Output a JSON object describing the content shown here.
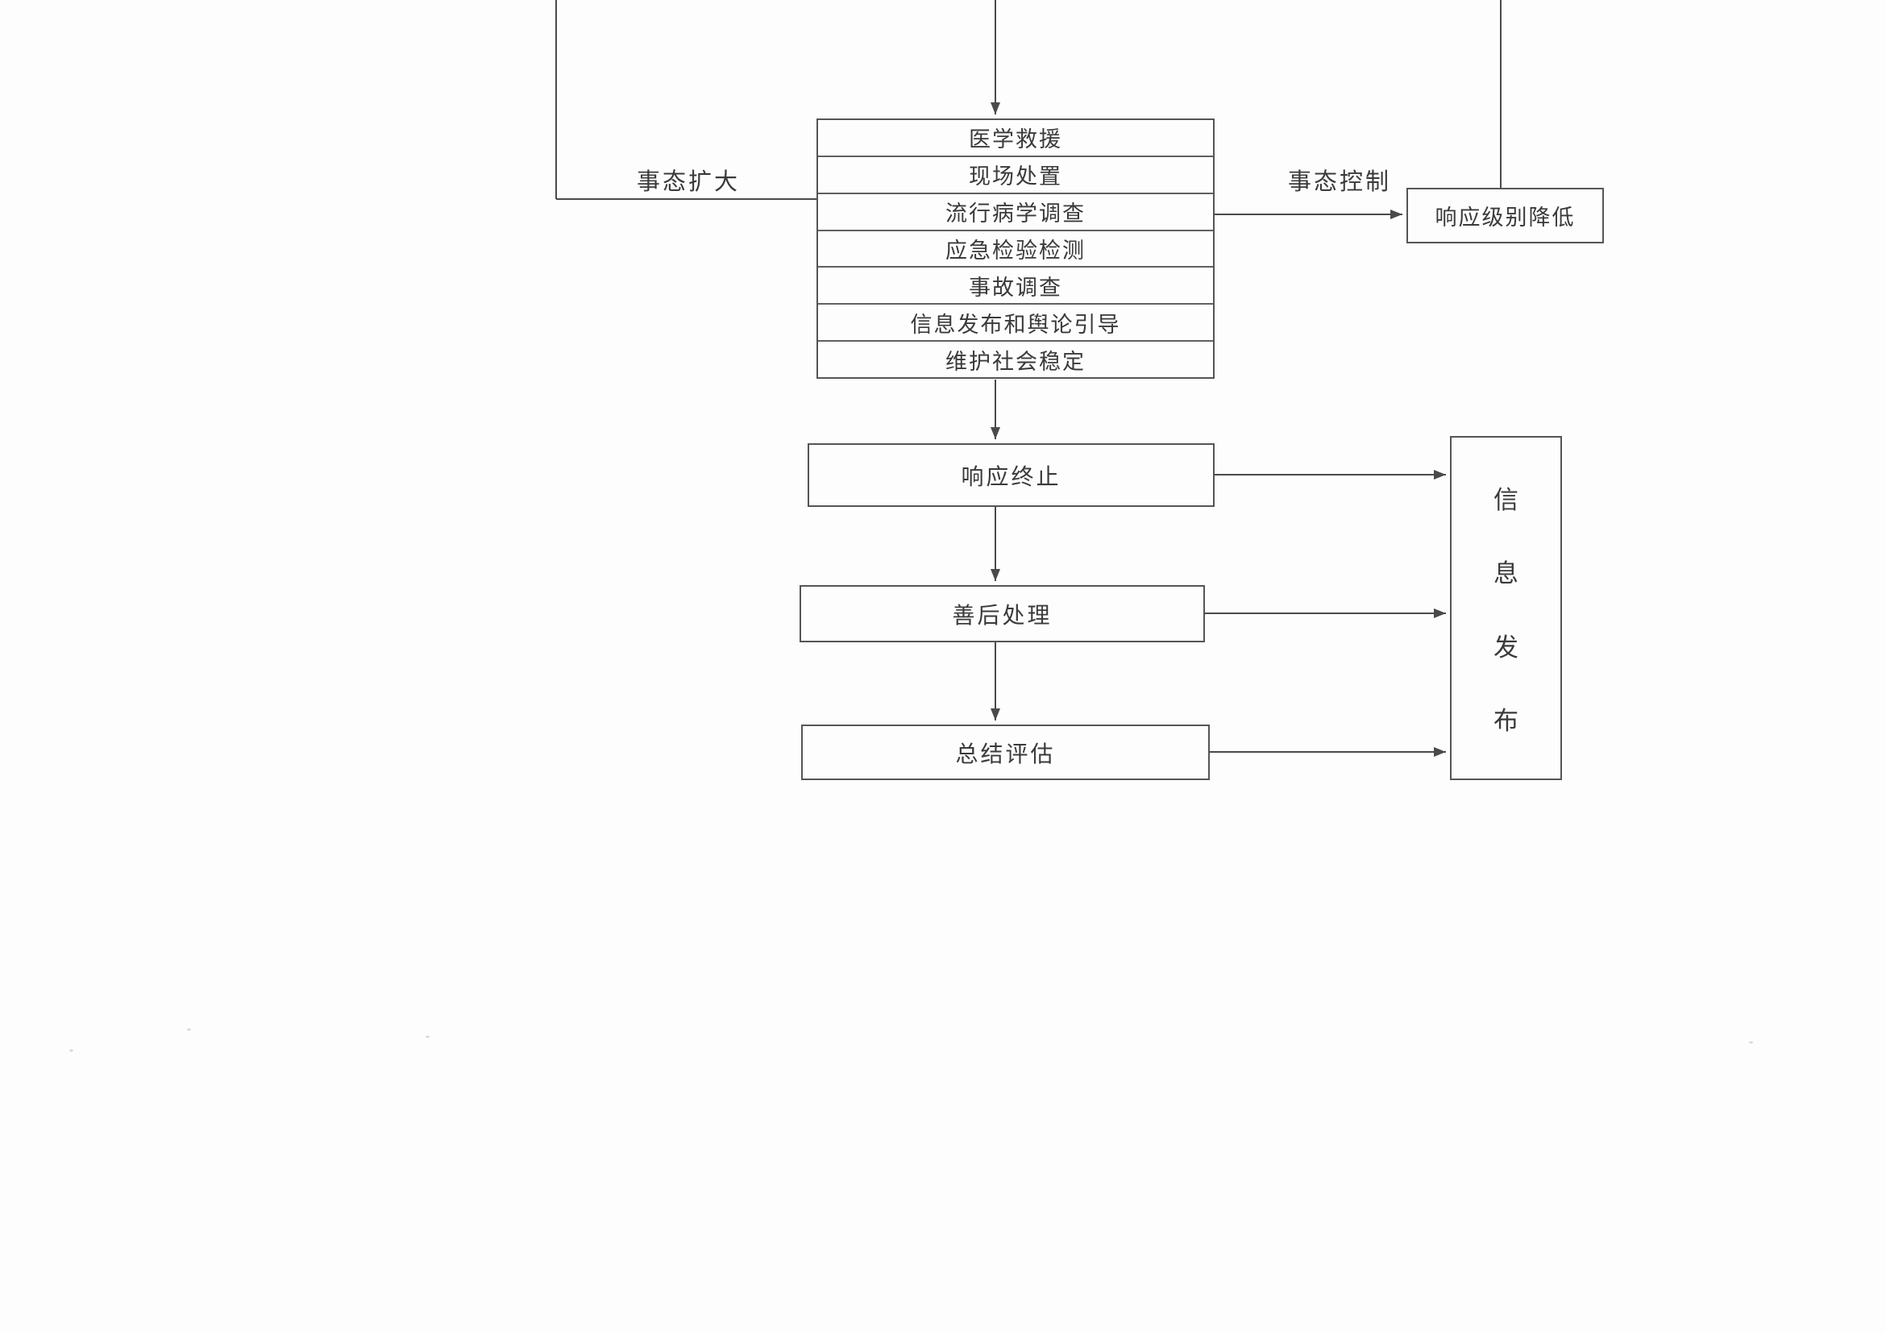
{
  "page": {
    "background_color": "#fdfdfd",
    "line_color": "#4a4a4a",
    "text_color": "#3a3a3a"
  },
  "labels": {
    "escalation": "事态扩大",
    "control": "事态控制"
  },
  "process_box": {
    "rows": [
      "医学救援",
      "现场处置",
      "流行病学调查",
      "应急检验检测",
      "事故调查",
      "信息发布和舆论引导",
      "维护社会稳定"
    ]
  },
  "response_level_box": {
    "label": "响应级别降低"
  },
  "flow_boxes": {
    "termination": "响应终止",
    "aftermath": "善后处理",
    "evaluation": "总结评估"
  },
  "info_release": {
    "label": "信息发布",
    "chars": [
      "信",
      "息",
      "发",
      "布"
    ]
  }
}
